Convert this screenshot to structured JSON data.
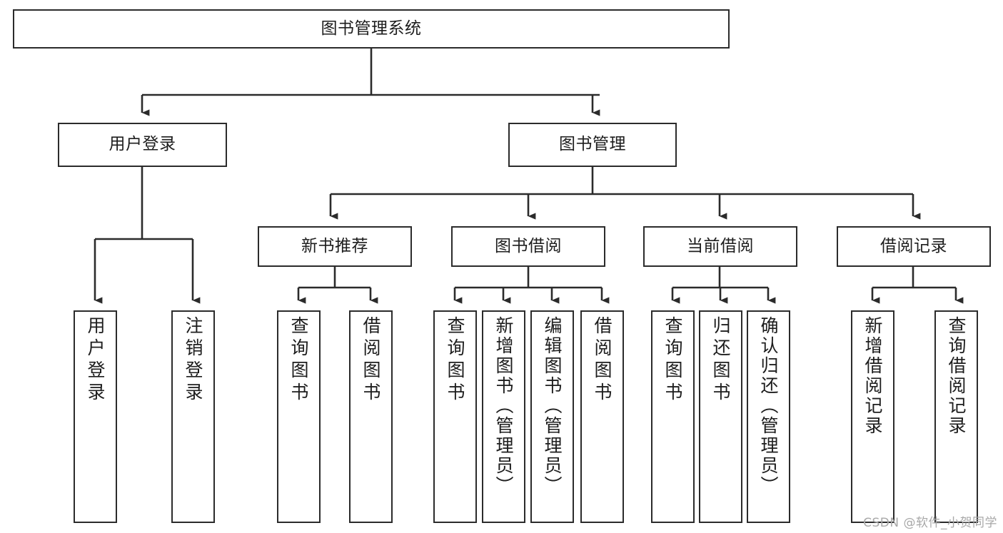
{
  "diagram": {
    "title": "图书管理系统",
    "type": "functional-structure-tree",
    "background_color": "#ffffff",
    "line_color": "#2b2b2b",
    "text_color": "#1d1d1d",
    "levels": [
      {
        "level": 1,
        "nodes": [
          {
            "id": "root",
            "label": "图书管理系统",
            "orientation": "horizontal"
          }
        ]
      },
      {
        "level": 2,
        "nodes": [
          {
            "id": "user-login",
            "label": "用户登录",
            "orientation": "horizontal"
          },
          {
            "id": "book-manage",
            "label": "图书管理",
            "orientation": "horizontal"
          }
        ]
      },
      {
        "level": 3,
        "nodes": [
          {
            "id": "new-book-recommend",
            "label": "新书推荐",
            "orientation": "horizontal"
          },
          {
            "id": "book-borrow",
            "label": "图书借阅",
            "orientation": "horizontal"
          },
          {
            "id": "current-borrow",
            "label": "当前借阅",
            "orientation": "horizontal"
          },
          {
            "id": "borrow-record",
            "label": "借阅记录",
            "orientation": "horizontal"
          }
        ]
      },
      {
        "level": 4,
        "nodes": [
          {
            "id": "leaf-user-login",
            "label": "用户登录",
            "orientation": "vertical",
            "parent": "user-login"
          },
          {
            "id": "leaf-user-logout",
            "label": "注销登录",
            "orientation": "vertical",
            "parent": "user-login"
          },
          {
            "id": "leaf-query-book-1",
            "label": "查询图书",
            "orientation": "vertical",
            "parent": "new-book-recommend"
          },
          {
            "id": "leaf-borrow-book-1",
            "label": "借阅图书",
            "orientation": "vertical",
            "parent": "new-book-recommend"
          },
          {
            "id": "leaf-query-book-2",
            "label": "查询图书",
            "orientation": "vertical",
            "parent": "book-borrow"
          },
          {
            "id": "leaf-add-book",
            "label": "新增图书（管理员）",
            "orientation": "vertical",
            "parent": "book-borrow"
          },
          {
            "id": "leaf-edit-book",
            "label": "编辑图书（管理员）",
            "orientation": "vertical",
            "parent": "book-borrow"
          },
          {
            "id": "leaf-borrow-book-2",
            "label": "借阅图书",
            "orientation": "vertical",
            "parent": "book-borrow"
          },
          {
            "id": "leaf-query-book-3",
            "label": "查询图书",
            "orientation": "vertical",
            "parent": "current-borrow"
          },
          {
            "id": "leaf-return-book",
            "label": "归还图书",
            "orientation": "vertical",
            "parent": "current-borrow"
          },
          {
            "id": "leaf-confirm-return",
            "label": "确认归还（管理员）",
            "orientation": "vertical",
            "parent": "current-borrow"
          },
          {
            "id": "leaf-add-record",
            "label": "新增借阅记录",
            "orientation": "vertical",
            "parent": "borrow-record"
          },
          {
            "id": "leaf-query-record",
            "label": "查询借阅记录",
            "orientation": "vertical",
            "parent": "borrow-record"
          }
        ]
      }
    ]
  },
  "watermark": {
    "text": "CSDN @软件_小贺同学"
  }
}
